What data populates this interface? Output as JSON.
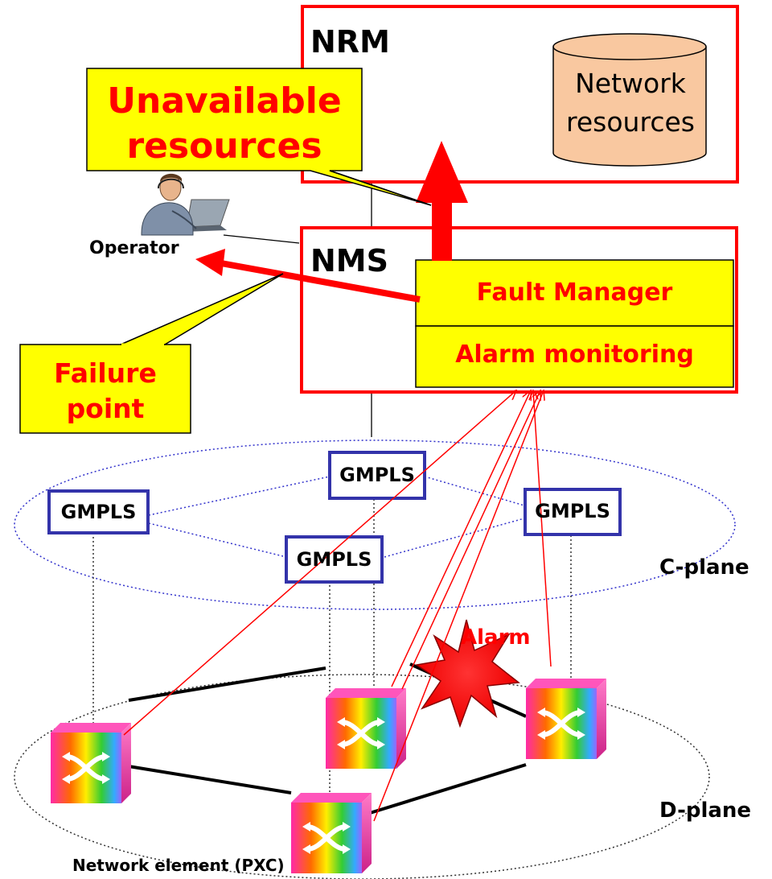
{
  "nrm": {
    "title": "NRM",
    "db_label_line1": "Network",
    "db_label_line2": "resources"
  },
  "nms": {
    "title": "NMS",
    "fault_manager": "Fault Manager",
    "alarm_monitoring": "Alarm monitoring"
  },
  "callouts": {
    "unavailable_line1": "Unavailable",
    "unavailable_line2": "resources",
    "failure_line1": "Failure",
    "failure_line2": "point"
  },
  "operator": {
    "label": "Operator"
  },
  "control_plane": {
    "label": "C-plane",
    "nodes": [
      "GMPLS",
      "GMPLS",
      "GMPLS",
      "GMPLS"
    ]
  },
  "data_plane": {
    "label": "D-plane",
    "element_caption": "Network element (PXC)"
  },
  "alarm_label": "Alarm",
  "colors": {
    "red": "#ff0000",
    "callout_yellow": "#ffff00",
    "gmpls_blue": "#3333aa",
    "db_fill": "#f9c8a0"
  }
}
